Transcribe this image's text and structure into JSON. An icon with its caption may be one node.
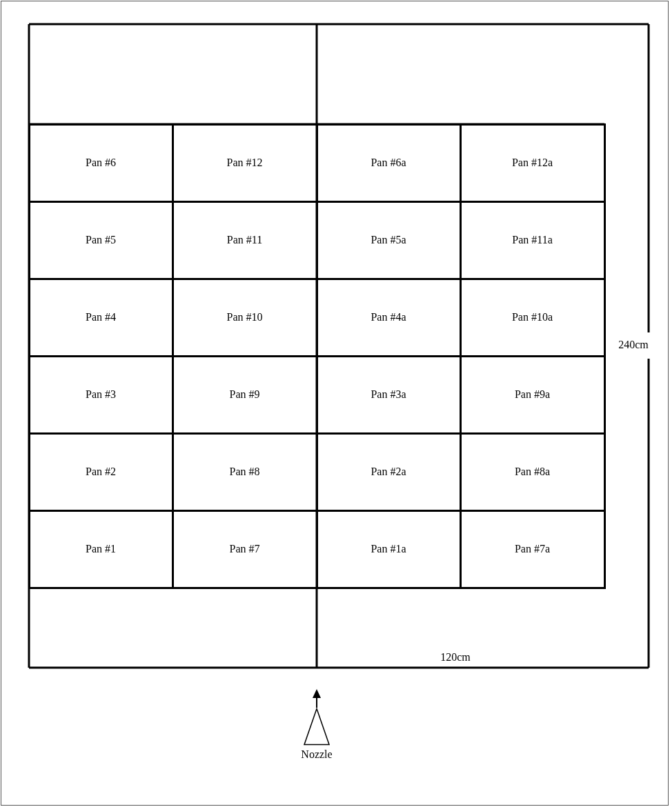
{
  "diagram": {
    "nodes": [
      {
        "text": [
          "Pan #6"
        ]
      },
      {
        "text": [
          "Pan #12"
        ]
      },
      {
        "text": [
          "Pan #6a"
        ]
      },
      {
        "text": [
          "Pan #12a"
        ]
      },
      {
        "text": [
          "Pan #5"
        ]
      },
      {
        "text": [
          "Pan #11"
        ]
      },
      {
        "text": [
          "Pan #5a"
        ]
      },
      {
        "text": [
          "Pan #11a"
        ]
      },
      {
        "text": [
          "Pan #4"
        ]
      },
      {
        "text": [
          "Pan #10"
        ]
      },
      {
        "text": [
          "Pan #4a"
        ]
      },
      {
        "text": [
          "Pan #10a"
        ]
      },
      {
        "text": [
          "Pan #3"
        ]
      },
      {
        "text": [
          "Pan #9"
        ]
      },
      {
        "text": [
          "Pan #3a"
        ]
      },
      {
        "text": [
          "Pan #9a"
        ]
      },
      {
        "text": [
          "Pan #2"
        ]
      },
      {
        "text": [
          "Pan #8"
        ]
      },
      {
        "text": [
          "Pan #2a"
        ]
      },
      {
        "text": [
          "Pan #8a"
        ]
      },
      {
        "text": [
          "Pan #1"
        ]
      },
      {
        "text": [
          "Pan #7"
        ]
      },
      {
        "text": [
          "Pan #1a"
        ]
      },
      {
        "text": [
          "Pan #7a"
        ]
      },
      {
        "text": [],
        "shape": "triangle",
        "beside": [
          "Nozzle"
        ]
      }
    ],
    "labels": [
      "240cm",
      "120cm"
    ]
  }
}
